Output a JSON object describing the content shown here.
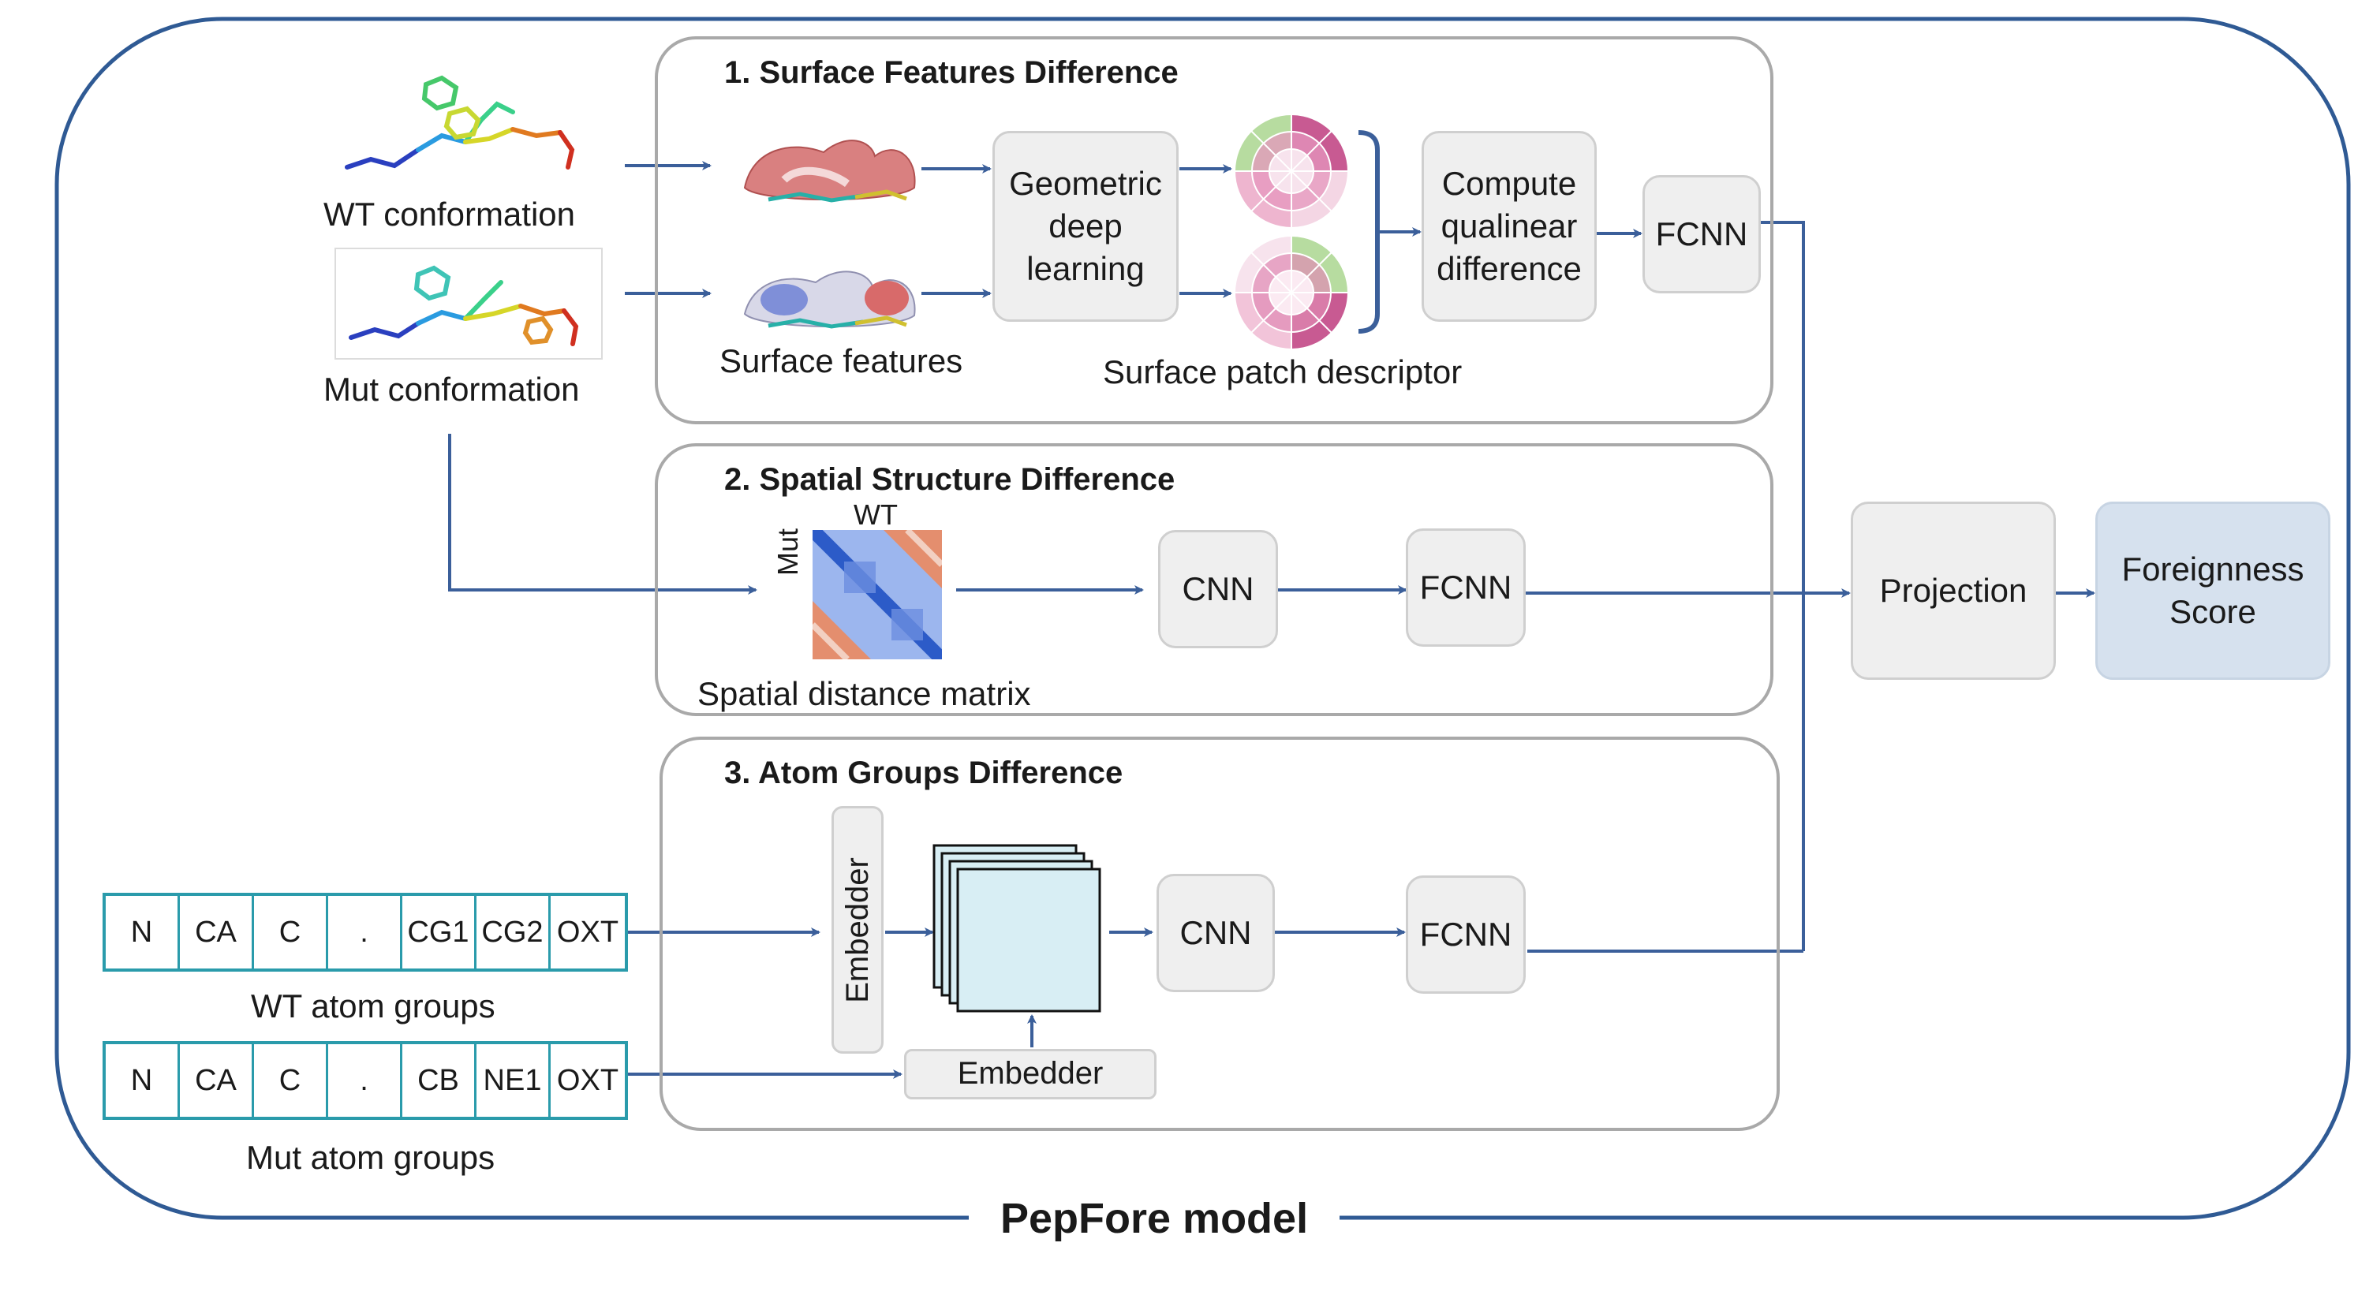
{
  "model_title": "PepFore model",
  "left": {
    "wt_conformation": "WT conformation",
    "mut_conformation": "Mut conformation",
    "wt_atom_groups_label": "WT atom groups",
    "mut_atom_groups_label": "Mut atom groups",
    "wt_atoms": [
      "N",
      "CA",
      "C",
      ".",
      "CG1",
      "CG2",
      "OXT"
    ],
    "mut_atoms": [
      "N",
      "CA",
      "C",
      ".",
      "CB",
      "NE1",
      "OXT"
    ]
  },
  "section1": {
    "title": "1. Surface Features Difference",
    "surface_features": "Surface  features",
    "geometric_deep_learning": "Geometric deep learning",
    "surface_patch_descriptor": "Surface patch descriptor",
    "compute_qualinear_difference": "Compute qualinear difference",
    "fcnn": "FCNN"
  },
  "section2": {
    "title": "2. Spatial Structure Difference",
    "wt_axis": "WT",
    "mut_axis": "Mut",
    "matrix_label": "Spatial distance matrix",
    "cnn": "CNN",
    "fcnn": "FCNN"
  },
  "section3": {
    "title": "3. Atom Groups Difference",
    "embedder_vertical": "Embedder",
    "embedder_horizontal": "Embedder",
    "cnn": "CNN",
    "fcnn": "FCNN"
  },
  "output": {
    "projection": "Projection",
    "foreignness_score": "Foreignness Score"
  },
  "colors": {
    "arrow": "#3b5f9a",
    "outer_border": "#2f5a94",
    "panel_border": "#a9a9a9",
    "box_fill": "#efefef",
    "score_fill": "#d6e1ee",
    "atom_border": "#2a9bab",
    "stack_fill": "#d8eef4"
  }
}
